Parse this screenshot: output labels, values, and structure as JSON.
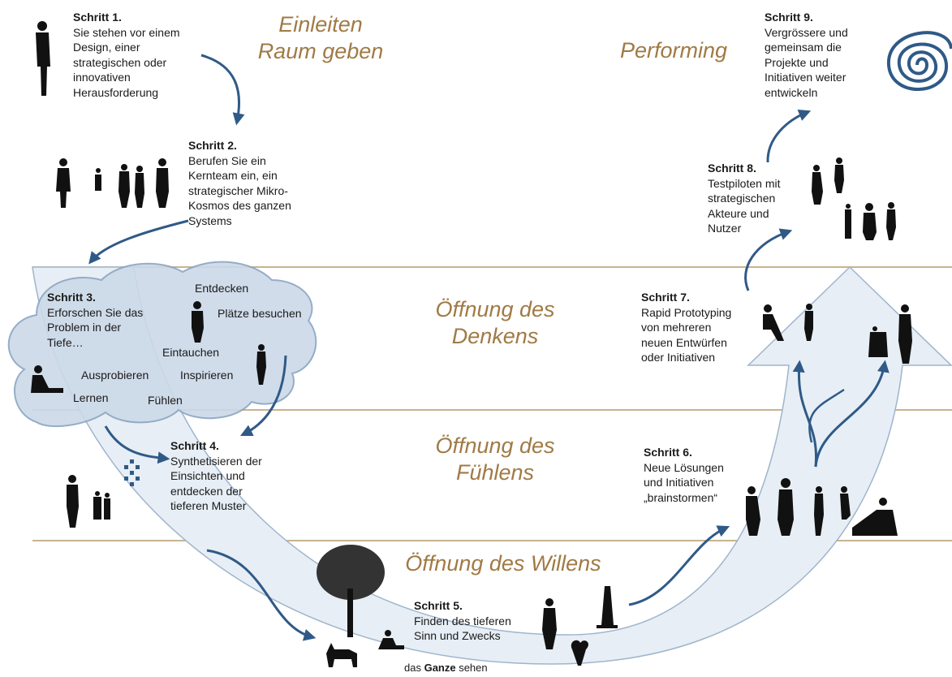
{
  "phases": {
    "einleiten_line1": "Einleiten",
    "einleiten_line2": "Raum geben",
    "performing": "Performing",
    "denken_line1": "Öffnung des",
    "denken_line2": "Denkens",
    "fuehlen_line1": "Öffnung des",
    "fuehlen_line2": "Fühlens",
    "willen": "Öffnung des Willens"
  },
  "steps": [
    {
      "title": "Schritt 1.",
      "text": "Sie stehen vor einem\nDesign, einer\nstrategischen oder\ninnovativen\nHerausforderung"
    },
    {
      "title": "Schritt 2.",
      "text": "Berufen Sie ein\nKernteam ein, ein\nstrategischer Mikro-\nKosmos des ganzen\nSystems"
    },
    {
      "title": "Schritt 3.",
      "text": "Erforschen Sie das\nProblem in der\nTiefe…"
    },
    {
      "title": "Schritt 4.",
      "text": "Synthetisieren der\nEinsichten und\nentdecken der\ntieferen Muster"
    },
    {
      "title": "Schritt 5.",
      "text": "Finden des tieferen\nSinn und Zwecks"
    },
    {
      "title": "Schritt 6.",
      "text": "Neue Lösungen\nund Initiativen\n„brainstormen“"
    },
    {
      "title": "Schritt 7.",
      "text": "Rapid Prototyping\nvon mehreren\nneuen Entwürfen\noder Initiativen"
    },
    {
      "title": "Schritt 8.",
      "text": "Testpiloten mit\nstrategischen\nAkteure und\nNutzer"
    },
    {
      "title": "Schritt 9.",
      "text": "Vergrössere und\ngemeinsam die\nProjekte und\nInitiativen weiter\nentwickeln"
    }
  ],
  "cloud_words": {
    "entdecken": "Entdecken",
    "plaetze": "Plätze besuchen",
    "eintauchen": "Eintauchen",
    "ausprobieren": "Ausprobieren",
    "inspirieren": "Inspirieren",
    "lernen": "Lernen",
    "fuehlen": "Fühlen"
  },
  "bottom_note": {
    "pre": "das ",
    "bold": "Ganze",
    "post": " sehen"
  },
  "colors": {
    "phase_text": "#a07a45",
    "divider": "#b59a6e",
    "arrow": "#2f5a87",
    "cloud_fill": "#ccd9e8",
    "cloud_stroke": "#8aa5c2",
    "u_band": "#e7eef5",
    "silhouette": "#111111"
  },
  "icons": [
    "person-silhouette",
    "group-silhouette",
    "tree",
    "cat",
    "lighthouse",
    "spiral-icon",
    "puzzle-pixels-icon"
  ]
}
